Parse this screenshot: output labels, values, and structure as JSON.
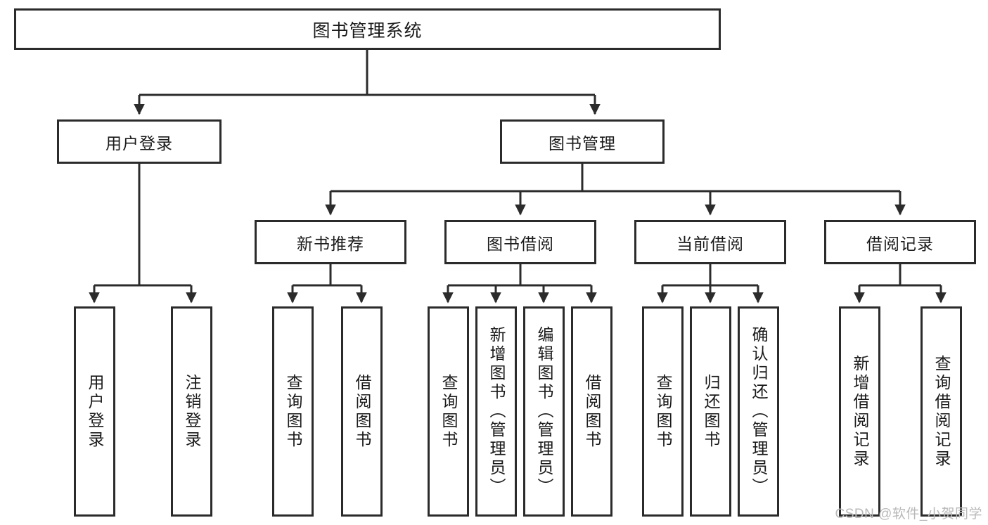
{
  "diagram": {
    "type": "tree-hierarchy-chart",
    "title": "图书管理系统",
    "orientation": "top-down",
    "colors": {
      "box_border": "#2b2b2b",
      "box_fill": "#ffffff",
      "edge": "#2b2b2b",
      "text": "#1a1a1a",
      "watermark": "#b9b9b9",
      "background": "#ffffff"
    },
    "root": {
      "label": "图书管理系统"
    },
    "level2": [
      {
        "id": "user-login",
        "label": "用户登录"
      },
      {
        "id": "book-management",
        "label": "图书管理"
      }
    ],
    "level3": [
      {
        "id": "new-book-recommend",
        "label": "新书推荐",
        "parent": "book-management"
      },
      {
        "id": "book-borrow",
        "label": "图书借阅",
        "parent": "book-management"
      },
      {
        "id": "current-borrow",
        "label": "当前借阅",
        "parent": "book-management"
      },
      {
        "id": "borrow-record",
        "label": "借阅记录",
        "parent": "book-management"
      }
    ],
    "leaves": [
      {
        "id": "leaf-user-login",
        "label": "用户登录",
        "parent": "user-login"
      },
      {
        "id": "leaf-logout-login",
        "label": "注销登录",
        "parent": "user-login"
      },
      {
        "id": "leaf-query-book-1",
        "label": "查询图书",
        "parent": "new-book-recommend"
      },
      {
        "id": "leaf-borrow-book-1",
        "label": "借阅图书",
        "parent": "new-book-recommend"
      },
      {
        "id": "leaf-query-book-2",
        "label": "查询图书",
        "parent": "book-borrow"
      },
      {
        "id": "leaf-add-book",
        "label": "新增图书（管理员）",
        "parent": "book-borrow"
      },
      {
        "id": "leaf-edit-book",
        "label": "编辑图书（管理员）",
        "parent": "book-borrow"
      },
      {
        "id": "leaf-borrow-book-2",
        "label": "借阅图书",
        "parent": "book-borrow"
      },
      {
        "id": "leaf-query-book-3",
        "label": "查询图书",
        "parent": "current-borrow"
      },
      {
        "id": "leaf-return-book",
        "label": "归还图书",
        "parent": "current-borrow"
      },
      {
        "id": "leaf-confirm-return",
        "label": "确认归还（管理员）",
        "parent": "current-borrow"
      },
      {
        "id": "leaf-add-borrow-record",
        "label": "新增借阅记录",
        "parent": "borrow-record"
      },
      {
        "id": "leaf-query-borrow-record",
        "label": "查询借阅记录",
        "parent": "borrow-record"
      }
    ]
  },
  "watermark": {
    "text": "CSDN @软件_小贺同学"
  }
}
